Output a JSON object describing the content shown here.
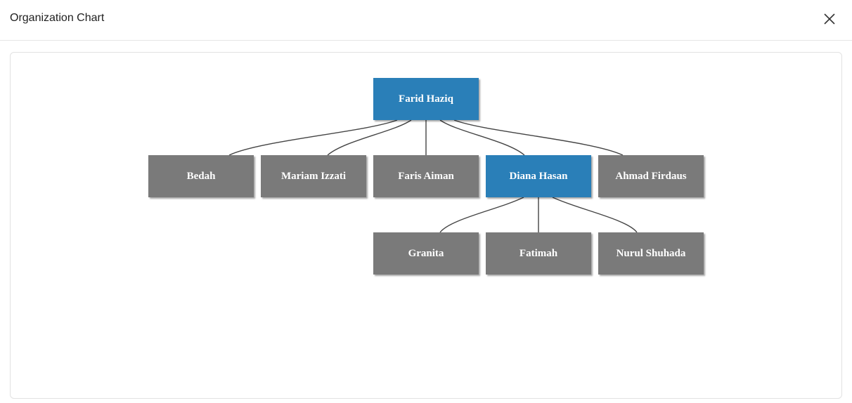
{
  "header": {
    "title": "Organization Chart",
    "close_icon": "close-icon"
  },
  "colors": {
    "highlight": "#2a7fb8",
    "node": "#7a7a7a",
    "connector": "#444444"
  },
  "chart": {
    "root": {
      "label": "Farid Haziq",
      "highlighted": true
    },
    "level1": [
      {
        "label": "Bedah",
        "highlighted": false
      },
      {
        "label": "Mariam Izzati",
        "highlighted": false
      },
      {
        "label": "Faris Aiman",
        "highlighted": false
      },
      {
        "label": "Diana Hasan",
        "highlighted": true
      },
      {
        "label": "Ahmad Firdaus",
        "highlighted": false
      }
    ],
    "level2": [
      {
        "label": "Granita",
        "parent": "Diana Hasan",
        "highlighted": false
      },
      {
        "label": "Fatimah",
        "parent": "Diana Hasan",
        "highlighted": false
      },
      {
        "label": "Nurul Shuhada",
        "parent": "Diana Hasan",
        "highlighted": false
      }
    ]
  }
}
